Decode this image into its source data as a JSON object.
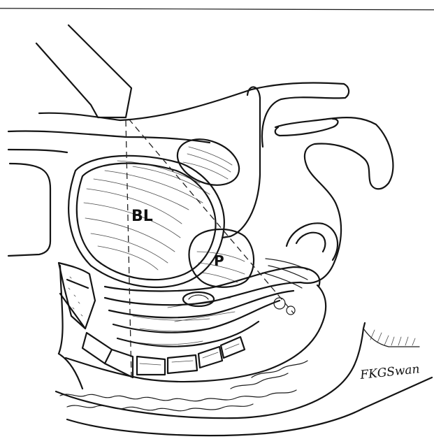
{
  "labels": {
    "bladder": "BL",
    "prostate": "P"
  },
  "signature": "FKGSwan",
  "colors": {
    "ink": "#141414",
    "paper": "#ffffff"
  }
}
